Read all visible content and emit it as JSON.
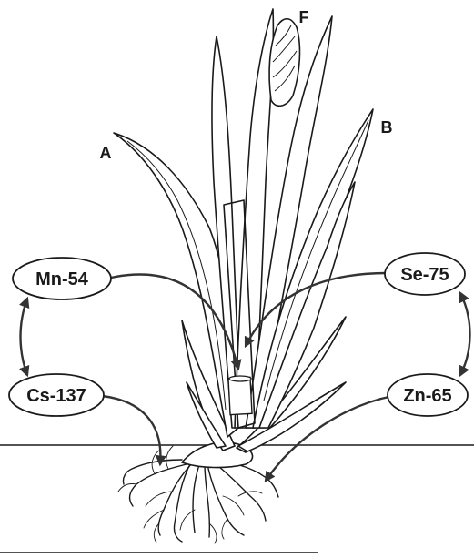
{
  "leaf_labels": {
    "a": "A",
    "b": "B",
    "f": "F"
  },
  "isotopes": {
    "mn54": "Mn-54",
    "cs137": "Cs-137",
    "se75": "Se-75",
    "zn65": "Zn-65"
  }
}
